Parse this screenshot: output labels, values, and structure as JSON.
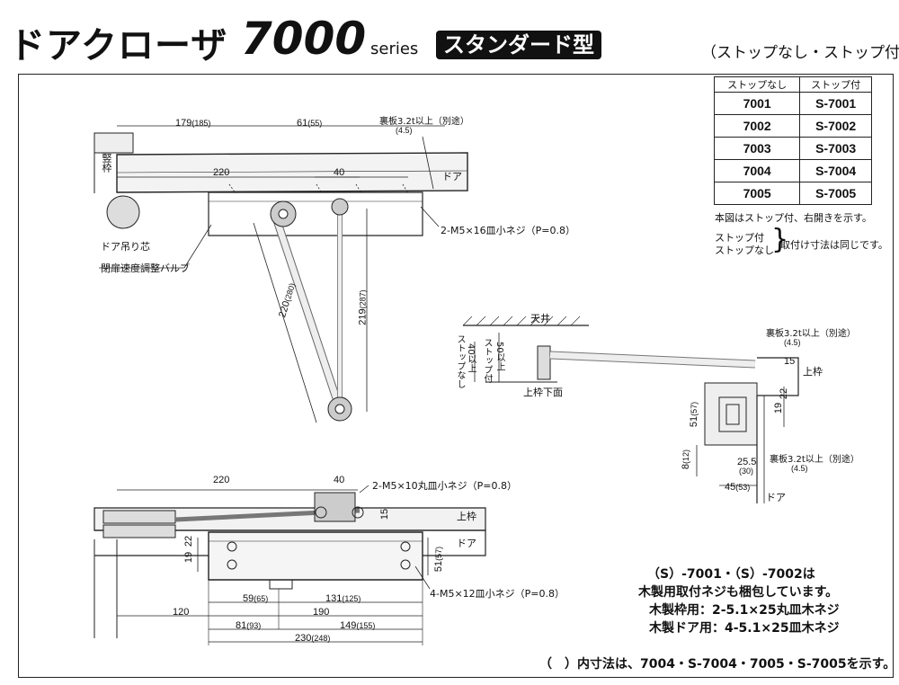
{
  "header": {
    "title_jp": "ドアクローザ",
    "model": "7000",
    "series": "series",
    "type_badge": "スタンダード型",
    "stop_variants": "（ストップなし・ストップ付）"
  },
  "model_table": {
    "headers": [
      "ストップなし",
      "ストップ付"
    ],
    "rows": [
      [
        "7001",
        "S-7001"
      ],
      [
        "7002",
        "S-7002"
      ],
      [
        "7003",
        "S-7003"
      ],
      [
        "7004",
        "S-7004"
      ],
      [
        "7005",
        "S-7005"
      ]
    ]
  },
  "notes": {
    "figure_note": "本図はストップ付、右開きを示す。",
    "stop_with": "ストップ付",
    "stop_without": "ストップなし",
    "same_dims": "取付け寸法は同じです。",
    "screws_title": "（S）-7001・（S）-7002は",
    "screws_line1": "木製用取付ネジも梱包しています。",
    "screws_line2": "木製枠用：2-5.1×25丸皿木ネジ",
    "screws_line3": "木製ドア用：4-5.1×25皿木ネジ",
    "paren_note": "（　）内寸法は、7004・S-7004・7005・S-7005を示す。"
  },
  "top_view": {
    "dim_179": "179",
    "dim_179_alt": "(185)",
    "dim_61": "61",
    "dim_61_alt": "(55)",
    "dim_220": "220",
    "dim_40": "40",
    "backing_plate": "裏板3.2t以上（別途）",
    "backing_plate_alt": "(4.5)",
    "door": "ドア",
    "frame": "竪枠",
    "hinge_center": "ドア吊り芯",
    "valve": "閉扉速度調整バルブ",
    "screw": "2-M5×16皿小ネジ（P=0.8）",
    "arm_220": "220",
    "arm_220_alt": "(280)",
    "arm_219": "219",
    "arm_219_alt": "(287)"
  },
  "side_view": {
    "ceiling": "天井",
    "stop_none": "ストップなし",
    "stop_none_dim": "40以上",
    "stop_with": "ストップ付",
    "stop_with_dim": "50以上",
    "frame_bottom": "上枠下面",
    "backing_plate": "裏板3.2t以上（別途）",
    "backing_plate_alt": "(4.5)",
    "upper_frame": "上枠",
    "dim_15": "15",
    "dim_19": "19",
    "dim_22": "22",
    "dim_51": "51",
    "dim_51_alt": "(57)",
    "dim_8": "8",
    "dim_8_alt": "(12)",
    "dim_25_5": "25.5",
    "dim_30": "(30)",
    "backing_plate2": "裏板3.2t以上（別途）",
    "backing_plate2_alt": "(4.5)",
    "dim_45": "45",
    "dim_45_alt": "(53)",
    "door": "ドア"
  },
  "front_view": {
    "dim_220": "220",
    "dim_40": "40",
    "screw_top": "2-M5×10丸皿小ネジ（P=0.8）",
    "upper_frame": "上枠",
    "door": "ドア",
    "dim_15": "15",
    "dim_19": "19",
    "dim_22": "22",
    "dim_51": "51",
    "dim_51_alt": "(57)",
    "screw_bottom": "4-M5×12皿小ネジ（P=0.8）",
    "dim_59": "59",
    "dim_59_alt": "(65)",
    "dim_131": "131",
    "dim_131_alt": "(125)",
    "dim_120": "120",
    "dim_190": "190",
    "dim_81": "81",
    "dim_81_alt": "(93)",
    "dim_149": "149",
    "dim_149_alt": "(155)",
    "dim_230": "230",
    "dim_230_alt": "(248)"
  }
}
